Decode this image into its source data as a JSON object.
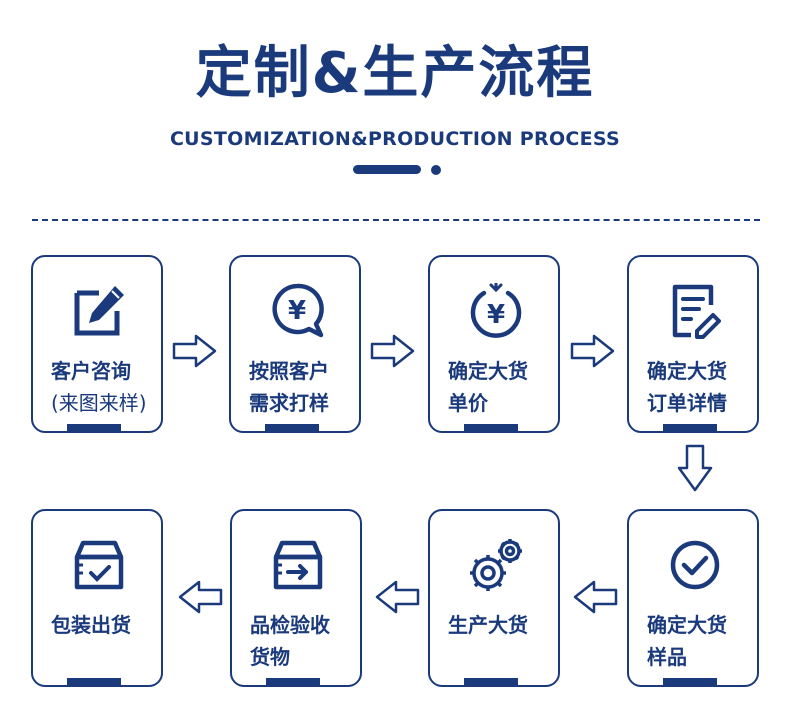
{
  "header": {
    "title": "定制&生产流程",
    "subtitle": "CUSTOMIZATION&PRODUCTION PROCESS"
  },
  "steps": [
    {
      "line1": "客户咨询",
      "line2": "(来图来样)",
      "icon": "edit-icon"
    },
    {
      "line1": "按照客户",
      "line2": "需求打样",
      "icon": "yen-chat-icon"
    },
    {
      "line1": "确定大货",
      "line2": "单价",
      "icon": "yen-coin-icon"
    },
    {
      "line1": "确定大货",
      "line2": "订单详情",
      "icon": "order-form-icon"
    },
    {
      "line1": "确定大货",
      "line2": "样品",
      "icon": "check-circle-icon"
    },
    {
      "line1": "生产大货",
      "line2": "",
      "icon": "gears-icon"
    },
    {
      "line1": "品检验收",
      "line2": "货物",
      "icon": "inspection-box-icon"
    },
    {
      "line1": "包装出货",
      "line2": "",
      "icon": "package-icon"
    }
  ],
  "colors": {
    "accent": "#1a3a7c"
  }
}
